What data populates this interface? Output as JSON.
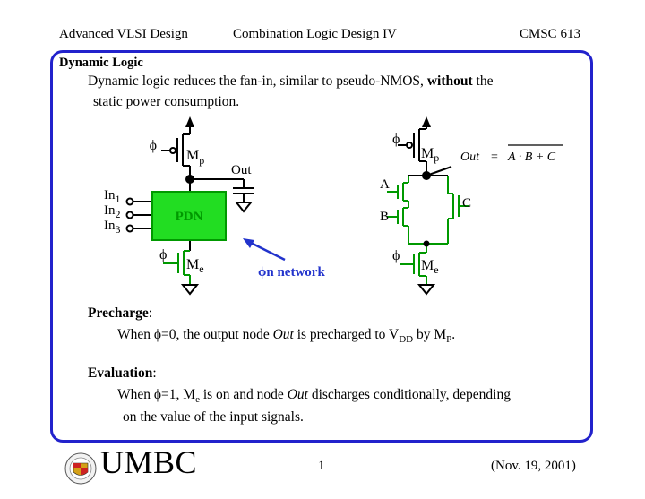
{
  "header": {
    "course": "Advanced VLSI Design",
    "topic": "Combination Logic Design IV",
    "code": "CMSC 613"
  },
  "slide": {
    "title": "Dynamic Logic",
    "intro_line1_pre": "Dynamic logic reduces the fan-in, similar to pseudo-NMOS, ",
    "intro_line1_bold": "without",
    "intro_line1_post": " the",
    "intro_line2": "static power consumption."
  },
  "diagram_left": {
    "phi_top": "ϕ",
    "mp_label": "M",
    "mp_sub": "p",
    "out_label": "Out",
    "inputs": [
      {
        "name": "In",
        "sub": "1"
      },
      {
        "name": "In",
        "sub": "2"
      },
      {
        "name": "In",
        "sub": "3"
      }
    ],
    "pdn_label": "PDN",
    "phi_bottom": "ϕ",
    "me_label": "M",
    "me_sub": "e",
    "arrow_label": "ϕn network",
    "colors": {
      "nmos": "#009900",
      "pmos": "#000000",
      "pdn_fill": "#22dd22",
      "arrow": "#2233cc"
    }
  },
  "diagram_right": {
    "phi_top": "ϕ",
    "mp_label": "M",
    "mp_sub": "p",
    "eq_lhs": "Out",
    "eq_sign": "=",
    "eq_rhs": "A · B + C",
    "input_a": "A",
    "input_b": "B",
    "input_c": "C",
    "phi_bottom": "ϕ",
    "me_label": "M",
    "me_sub": "e"
  },
  "precharge": {
    "title": "Precharge",
    "colon": ":",
    "text_pre": "When ϕ=0, the output node ",
    "text_italic": "Out",
    "text_mid": " is precharged to V",
    "text_vdd_sub": "DD",
    "text_by": " by M",
    "text_mp_sub": "P",
    "text_end": "."
  },
  "evaluation": {
    "title": "Evaluation",
    "colon": ":",
    "line1_pre": "When ϕ=1, M",
    "line1_sub": "e",
    "line1_mid": " is on and node ",
    "line1_italic": "Out",
    "line1_post": " discharges conditionally, depending",
    "line2": "on the value of the input signals."
  },
  "footer": {
    "logo_text": "UMBC",
    "page": "1",
    "date": "(Nov. 19, 2001)"
  },
  "colors": {
    "frame": "#2222cc",
    "accent_blue": "#2233cc",
    "green": "#009900"
  }
}
